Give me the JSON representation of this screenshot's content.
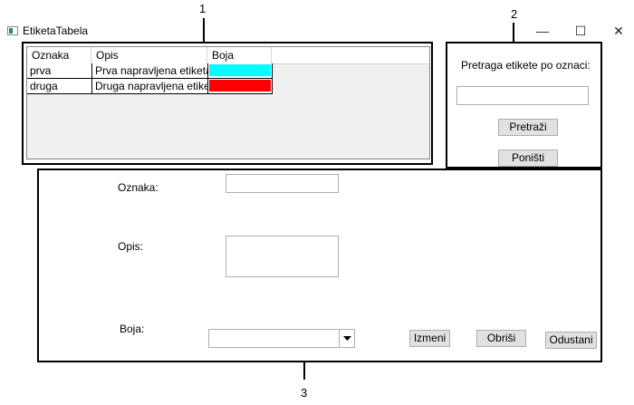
{
  "window": {
    "title": "EtiketaTabela",
    "minimize": "—",
    "maximize": "☐",
    "close": "✕"
  },
  "callouts": [
    "1",
    "2",
    "3"
  ],
  "grid": {
    "columns": [
      "Oznaka",
      "Opis",
      "Boja"
    ],
    "rows": [
      {
        "oznaka": "prva",
        "opis": "Prva napravljena etiketa",
        "boja": "#00ffff"
      },
      {
        "oznaka": "druga",
        "opis": "Druga napravljena etiketa",
        "boja": "#ff0000"
      }
    ]
  },
  "search": {
    "title": "Pretraga etikete po oznaci:",
    "value": "",
    "search_button": "Pretraži",
    "reset_button": "Poništi"
  },
  "form": {
    "oznaka_label": "Oznaka:",
    "oznaka_value": "",
    "opis_label": "Opis:",
    "opis_value": "",
    "boja_label": "Boja:",
    "boja_value": "",
    "edit_button": "Izmeni",
    "delete_button": "Obriši",
    "cancel_button": "Odustani"
  }
}
